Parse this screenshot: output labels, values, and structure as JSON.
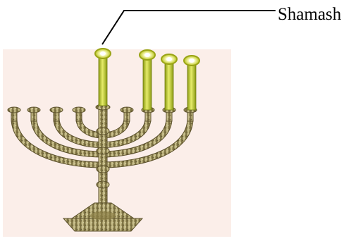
{
  "callout": {
    "label": "Shamash"
  },
  "menorah": {
    "branch_count": 8,
    "lit_candles_including_shamash": 4,
    "colors": {
      "panel_background": "#fbeee9",
      "metal": "#a89a5a",
      "metal_dark": "#5a4f2a",
      "candle": "#c8d22a",
      "flame": "#e8ef5a"
    }
  }
}
